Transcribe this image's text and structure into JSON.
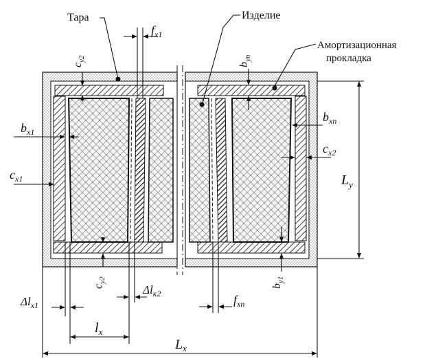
{
  "labels": {
    "tara": "Тара",
    "izdelie": "Изделие",
    "amort_line1": "Амортизационная",
    "amort_line2": "прокладка"
  },
  "dimensions": {
    "cy2_top": "c",
    "cy2_top_sub": "y2",
    "fx1": "f",
    "fx1_sub": "x1",
    "byn": "b",
    "byn_sub": "yn",
    "bx1": "b",
    "bx1_sub": "x1",
    "cx1": "c",
    "cx1_sub": "x1",
    "bxn": "b",
    "bxn_sub": "xn",
    "cx2": "c",
    "cx2_sub": "x2",
    "Ly": "L",
    "Ly_sub": "y",
    "cy2_bot": "c",
    "cy2_bot_sub": "y2",
    "dlk2": "Δl",
    "dlk2_sub": "к2",
    "by1": "b",
    "by1_sub": "y1",
    "dlx1": "Δl",
    "dlx1_sub": "x1",
    "fxn": "f",
    "fxn_sub": "xn",
    "lx": "l",
    "lx_sub": "x",
    "Lx": "L",
    "Lx_sub": "x"
  },
  "colors": {
    "line": "#111111",
    "dots": "#b0b0b0",
    "paper": "#ffffff"
  }
}
